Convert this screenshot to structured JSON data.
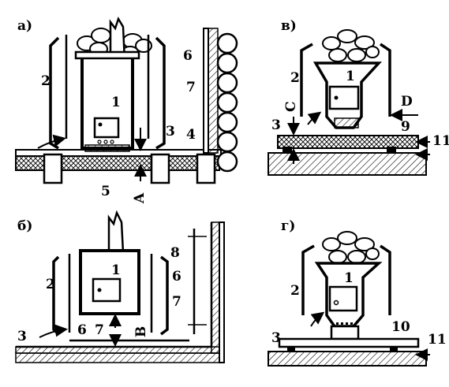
{
  "panels": {
    "a": {
      "title": "а)",
      "labels": {
        "n1": "1",
        "n2": "2",
        "n3": "3",
        "n4": "4",
        "n5": "5",
        "n6": "6",
        "n7": "7",
        "A": "A"
      }
    },
    "v": {
      "title": "в)",
      "labels": {
        "n1": "1",
        "n2": "2",
        "n3": "3",
        "n9": "9",
        "n11": "11",
        "C": "C",
        "D": "D"
      }
    },
    "b": {
      "title": "б)",
      "labels": {
        "n1": "1",
        "n2": "2",
        "n3": "3",
        "n6a": "6",
        "n7a": "7",
        "n6b": "6",
        "n7b": "7",
        "n8": "8",
        "B": "B"
      }
    },
    "g": {
      "title": "г)",
      "labels": {
        "n1": "1",
        "n2": "2",
        "n3": "3",
        "n10": "10",
        "n11": "11"
      }
    }
  },
  "colors": {
    "ink": "#000000",
    "paper": "#ffffff"
  }
}
